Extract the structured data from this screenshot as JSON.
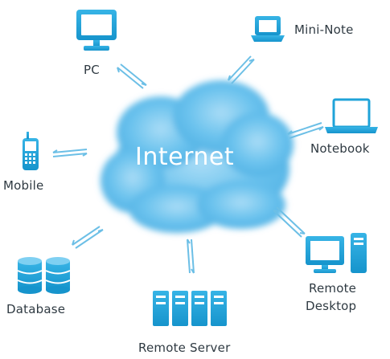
{
  "diagram": {
    "center_label": "Internet",
    "nodes": [
      {
        "id": "pc",
        "label": "PC",
        "icon": "desktop-monitor-icon"
      },
      {
        "id": "mini-note",
        "label": "Mini-Note",
        "icon": "mini-laptop-icon"
      },
      {
        "id": "notebook",
        "label": "Notebook",
        "icon": "laptop-icon"
      },
      {
        "id": "mobile",
        "label": "Mobile",
        "icon": "mobile-phone-icon"
      },
      {
        "id": "database",
        "label": "Database",
        "icon": "database-icon"
      },
      {
        "id": "remote-server",
        "label": "Remote Server",
        "icon": "server-rack-icon"
      },
      {
        "id": "remote-desktop",
        "label_line1": "Remote",
        "label_line2": "Desktop",
        "icon": "desktop-tower-icon"
      }
    ],
    "colors": {
      "icon_blue": "#1fa3d8",
      "cloud_blue": "#6cc3ee",
      "arrow_blue": "#6cbfe6",
      "label_text": "#2f3a42"
    }
  }
}
